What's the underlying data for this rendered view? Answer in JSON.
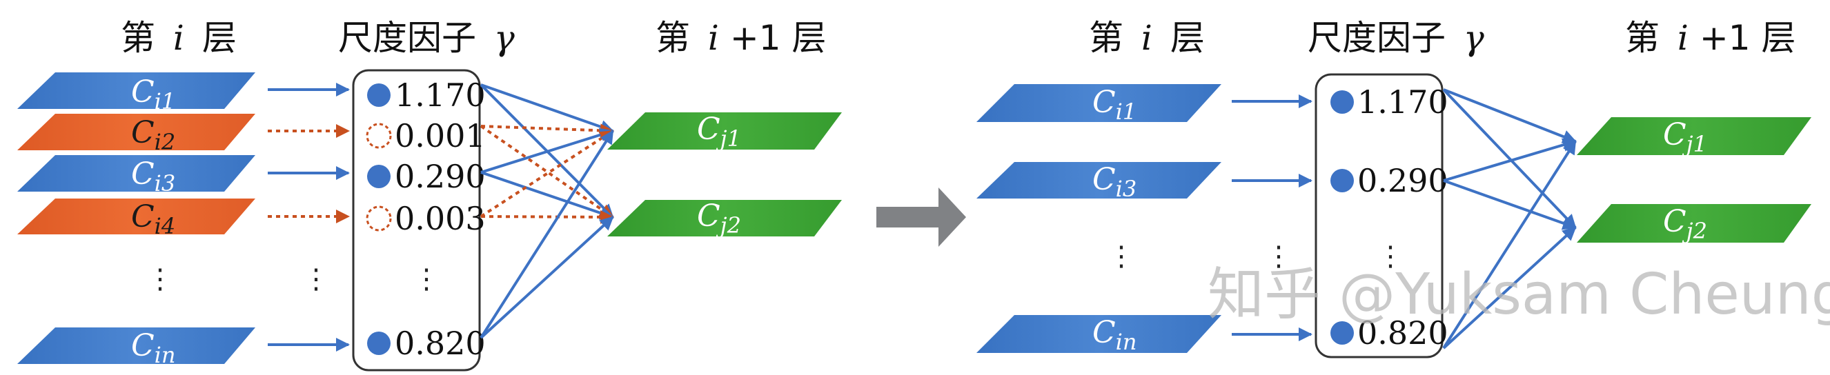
{
  "colors": {
    "blue": "#3e79c6",
    "orange": "#e3602a",
    "green": "#3aa233",
    "arrow_blue": "#3d72c4",
    "arrow_orange": "#c8501f",
    "big_arrow": "#808285"
  },
  "left": {
    "header_layer_i_prefix": "第",
    "header_layer_i_var": "i",
    "header_layer_i_suffix": "层",
    "header_scale": "尺度因子",
    "header_scale_var": "γ",
    "header_layer_next_prefix": "第",
    "header_layer_next_var": "i",
    "header_layer_next_suffix": "+1 层",
    "channels": [
      {
        "base": "C",
        "sub": "i1",
        "state": "kept"
      },
      {
        "base": "C",
        "sub": "i2",
        "state": "pruned"
      },
      {
        "base": "C",
        "sub": "i3",
        "state": "kept"
      },
      {
        "base": "C",
        "sub": "i4",
        "state": "pruned"
      },
      {
        "base": "C",
        "sub": "in",
        "state": "kept"
      }
    ],
    "scales": [
      "1.170",
      "0.001",
      "0.290",
      "0.003",
      "0.820"
    ],
    "next_channels": [
      {
        "base": "C",
        "sub": "j1"
      },
      {
        "base": "C",
        "sub": "j2"
      }
    ]
  },
  "right": {
    "header_layer_i_prefix": "第",
    "header_layer_i_var": "i",
    "header_layer_i_suffix": "层",
    "header_scale": "尺度因子",
    "header_scale_var": "γ",
    "header_layer_next_prefix": "第",
    "header_layer_next_var": "i",
    "header_layer_next_suffix": "+1 层",
    "channels": [
      {
        "base": "C",
        "sub": "i1"
      },
      {
        "base": "C",
        "sub": "i3"
      },
      {
        "base": "C",
        "sub": "in"
      }
    ],
    "scales": [
      "1.170",
      "0.290",
      "0.820"
    ],
    "next_channels": [
      {
        "base": "C",
        "sub": "j1"
      },
      {
        "base": "C",
        "sub": "j2"
      }
    ]
  },
  "ellipsis": "⋮",
  "watermark": "知乎 @Yuksam Cheung"
}
